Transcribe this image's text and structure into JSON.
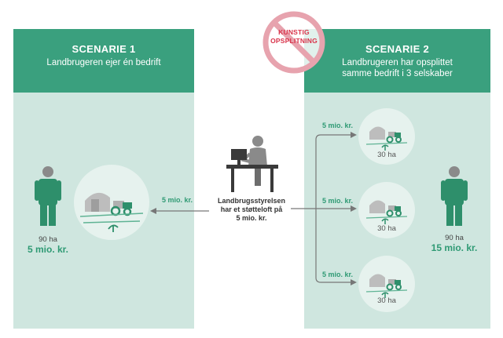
{
  "scenario1": {
    "title": "SCENARIE 1",
    "subtitle": "Landbrugeren ejer én bedrift",
    "area": "90 ha",
    "amount": "5 mio. kr.",
    "arrow_amount": "5 mio. kr."
  },
  "scenario2": {
    "title": "SCENARIE 2",
    "subtitle_line1": "Landbrugeren har opsplittet",
    "subtitle_line2": "samme bedrift i 3 selskaber",
    "area": "90 ha",
    "amount": "15 mio. kr.",
    "farms": [
      {
        "amount": "5 mio. kr.",
        "area": "30 ha"
      },
      {
        "amount": "5 mio. kr.",
        "area": "30 ha"
      },
      {
        "amount": "5 mio. kr.",
        "area": "30 ha"
      }
    ]
  },
  "center": {
    "line1": "Landbrugsstyrelsen",
    "line2": "har et støtteloft på",
    "line3": "5 mio. kr."
  },
  "stamp": {
    "line1": "KUNSTIG",
    "line2": "OPSPLITNING"
  },
  "colors": {
    "header_green": "#3aa07e",
    "panel_bg": "#cfe6df",
    "person_green": "#2e8f6b",
    "accent_text": "#2f9a74",
    "stamp_red": "#d9334a"
  }
}
